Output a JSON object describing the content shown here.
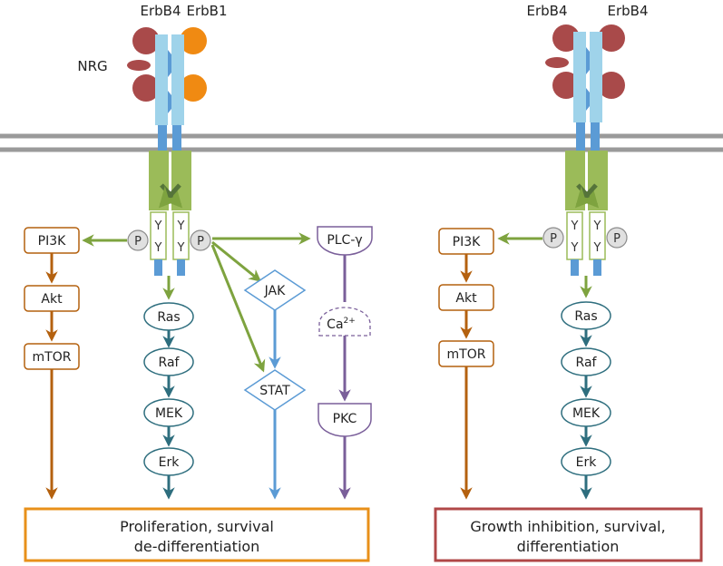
{
  "left_panel": {
    "receptor_left": "ErbB4",
    "receptor_right": "ErbB1",
    "ligand": "NRG",
    "phospho": "P",
    "tyrosine": "Y",
    "pi3k": "PI3K",
    "akt": "Akt",
    "mtor": "mTOR",
    "ras": "Ras",
    "raf": "Raf",
    "mek": "MEK",
    "erk": "Erk",
    "jak": "JAK",
    "stat": "STAT",
    "plc": "PLC-γ",
    "ca": "Ca",
    "ca_sup": "2+",
    "pkc": "PKC",
    "outcome_line1": "Proliferation, survival",
    "outcome_line2": "de-differentiation"
  },
  "right_panel": {
    "receptor_left": "ErbB4",
    "receptor_right": "ErbB4",
    "phospho": "P",
    "tyrosine": "Y",
    "pi3k": "PI3K",
    "akt": "Akt",
    "mtor": "mTOR",
    "ras": "Ras",
    "raf": "Raf",
    "mek": "MEK",
    "erk": "Erk",
    "outcome_line1": "Growth inhibition, survival,",
    "outcome_line2": "differentiation"
  },
  "colors": {
    "erbb4": "#a94a4a",
    "erbb1": "#f08a12",
    "ecd": "#9fd3ea",
    "tm": "#5b9bd5",
    "kinase": "#9bbb59",
    "membrane": "#9a9a9a",
    "pi3k_path": "#b4610f",
    "mapk_path": "#2e6e7e",
    "jak_path": "#5b9bd5",
    "plc_path": "#7a5f9a",
    "green_arrow": "#7ea33f",
    "outcome_left": "#e8901a",
    "outcome_right": "#b04848"
  }
}
